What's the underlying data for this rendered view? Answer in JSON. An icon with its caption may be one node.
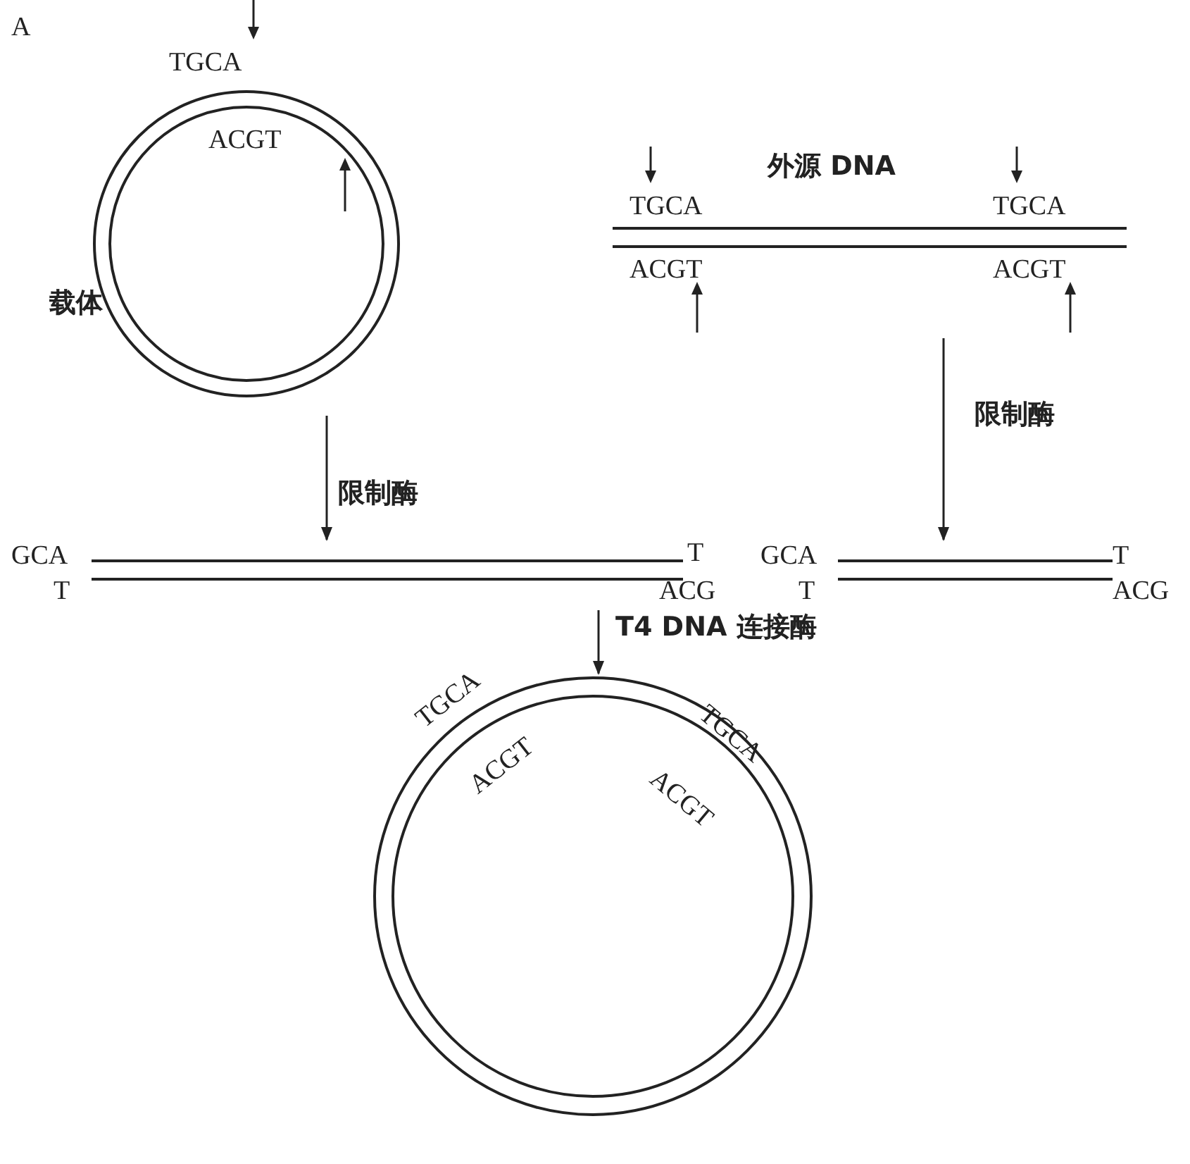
{
  "diagram": {
    "nodes": [
      {
        "text": [
          "TGCA",
          "ACGT"
        ],
        "beside": [
          "载体"
        ]
      },
      {
        "text": [
          "外源 DNA",
          "TGCA",
          "TGCA",
          "ACGT",
          "ACGT"
        ]
      },
      {
        "text": [
          "GCA",
          "T",
          "T",
          "ACG"
        ]
      },
      {
        "text": [
          "GCA",
          "T",
          "T",
          "ACG"
        ]
      },
      {
        "text": [
          "TGCA",
          "TGCA",
          "ACGT",
          "ACGT"
        ]
      }
    ],
    "edges": [
      {
        "from": 0,
        "to": 2,
        "arrow": "to",
        "label": "限制酶"
      },
      {
        "from": 1,
        "to": 3,
        "arrow": "to",
        "label": "限制酶"
      },
      {
        "from": 2,
        "to": 4,
        "arrow": "to",
        "label": "T4 DNA 连接酶"
      }
    ],
    "labels": [
      "A"
    ]
  }
}
